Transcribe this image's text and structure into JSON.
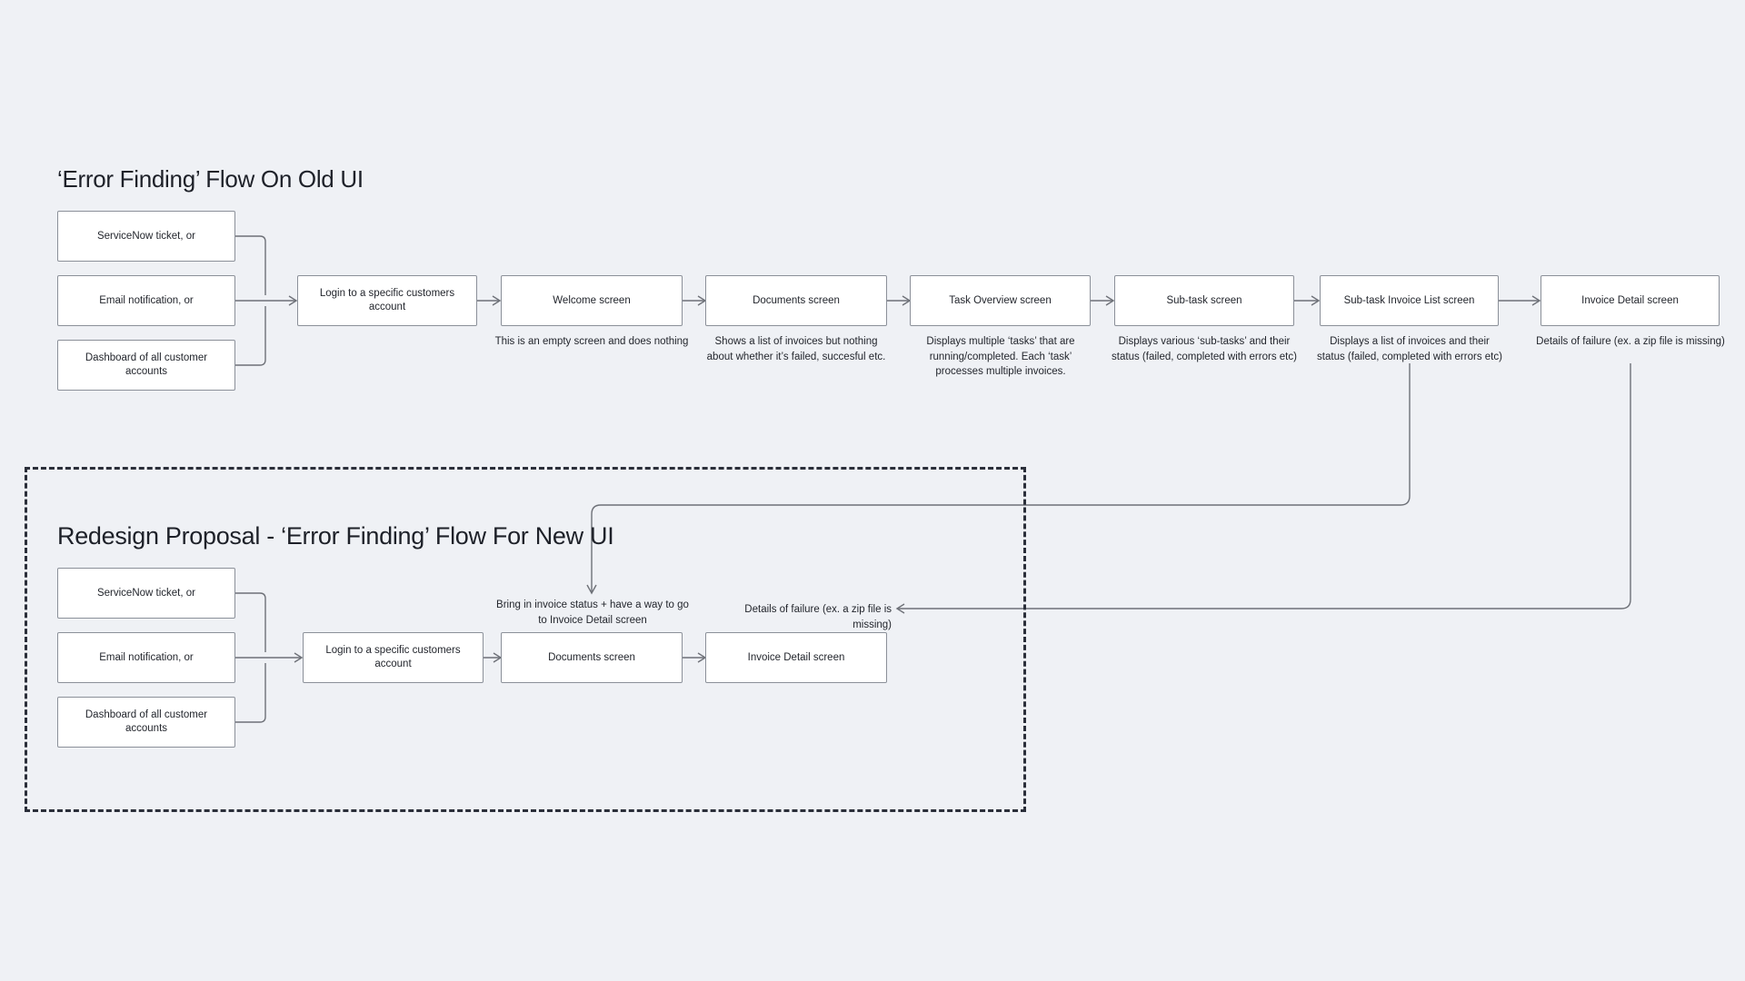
{
  "canvas": {
    "background_color": "#eff1f5",
    "node_fill": "#ffffff",
    "node_border_color": "#8b9099",
    "connector_color": "#6e7178",
    "frame_color": "#2b2f3a",
    "text_color": "#23262d"
  },
  "sections": {
    "old": {
      "title": "‘Error Finding’ Flow On Old UI"
    },
    "new": {
      "title": "Redesign Proposal - ‘Error Finding’ Flow For New UI"
    }
  },
  "old_flow": {
    "sources": [
      {
        "label": "ServiceNow ticket, or"
      },
      {
        "label": "Email notification, or"
      },
      {
        "label": "Dashboard of all customer accounts"
      }
    ],
    "steps": [
      {
        "label": "Login to a specific customers account",
        "caption": ""
      },
      {
        "label": "Welcome screen",
        "caption": "This is an empty screen and does nothing"
      },
      {
        "label": "Documents screen",
        "caption": "Shows a list of invoices but nothing about whether it’s failed, succesful etc."
      },
      {
        "label": "Task Overview screen",
        "caption": "Displays  multiple ‘tasks’ that are running/completed. Each ‘task’ processes multiple invoices."
      },
      {
        "label": "Sub-task screen",
        "caption": "Displays various ‘sub-tasks’ and their status (failed, completed with errors etc)"
      },
      {
        "label": "Sub-task Invoice List screen",
        "caption": "Displays a list of invoices and their status (failed, completed with errors etc)"
      },
      {
        "label": "Invoice Detail screen",
        "caption": "Details of failure (ex. a zip file is missing)"
      }
    ]
  },
  "new_flow": {
    "sources": [
      {
        "label": "ServiceNow ticket, or"
      },
      {
        "label": "Email notification, or"
      },
      {
        "label": "Dashboard of all customer accounts"
      }
    ],
    "steps": [
      {
        "label": "Login to a specific customers account"
      },
      {
        "label": "Documents screen"
      },
      {
        "label": "Invoice Detail screen"
      }
    ],
    "annotations": [
      {
        "label": "Bring in invoice status + have a way to go to Invoice Detail screen"
      },
      {
        "label": "Details of failure (ex. a zip file is missing)"
      }
    ]
  }
}
